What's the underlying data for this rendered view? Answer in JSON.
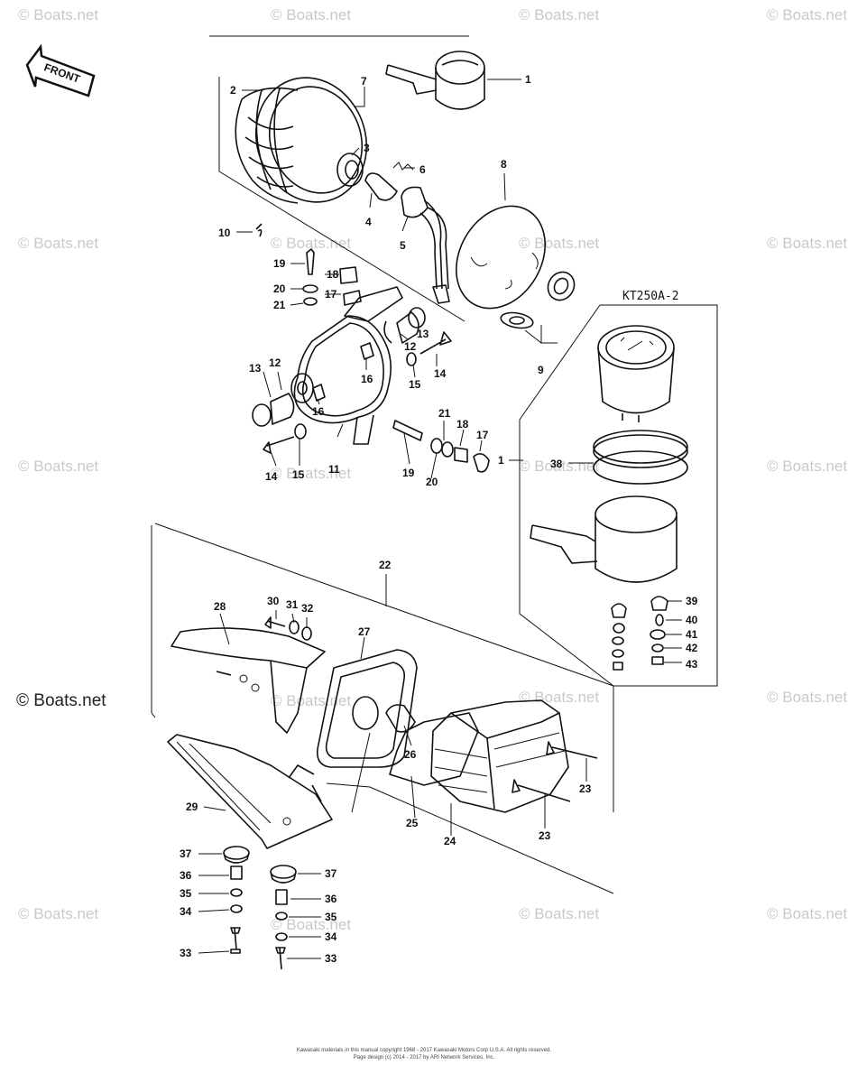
{
  "watermark": "© Boats.net",
  "front_label": "FRONT",
  "model_label": "KT250A-2",
  "footer": {
    "line1": "Kawasaki materials in this manual copyright 1968 - 2017 Kawasaki Motors Corp U.S.A. All rights reserved.",
    "line2": "Page design (c) 2014 - 2017 by ARI Network Services, Inc."
  },
  "callouts": [
    "1",
    "2",
    "3",
    "4",
    "5",
    "6",
    "7",
    "8",
    "9",
    "10",
    "11",
    "12",
    "13",
    "14",
    "15",
    "16",
    "17",
    "18",
    "19",
    "20",
    "21",
    "22",
    "23",
    "24",
    "25",
    "26",
    "27",
    "28",
    "29",
    "30",
    "31",
    "32",
    "33",
    "34",
    "35",
    "36",
    "37",
    "38",
    "39",
    "40",
    "41",
    "42",
    "43"
  ]
}
